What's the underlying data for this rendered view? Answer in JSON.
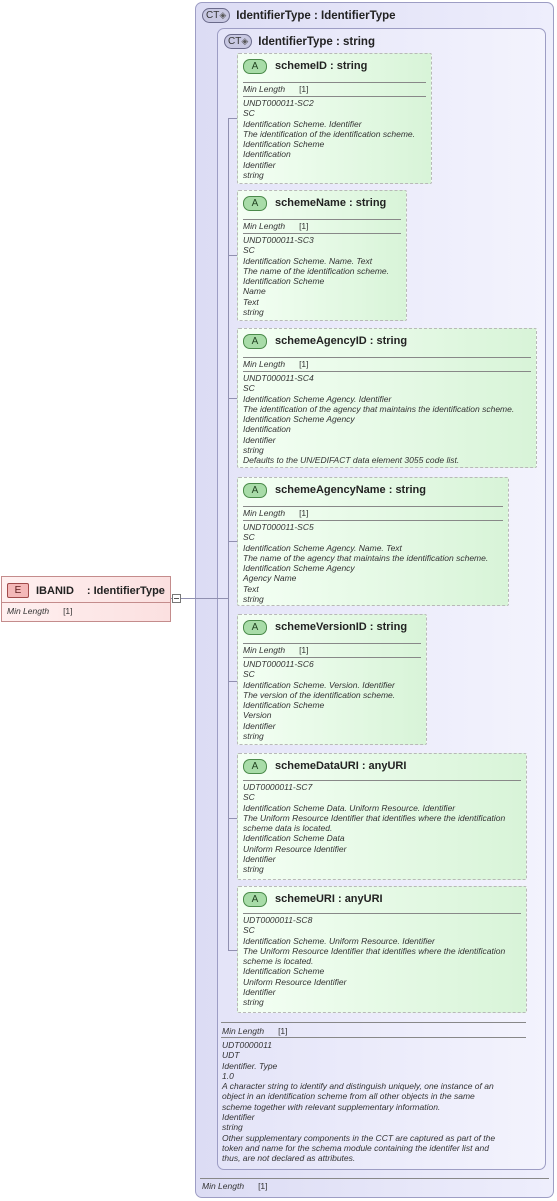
{
  "element": {
    "badge": "E",
    "name": "IBANID",
    "type": ": IdentifierType",
    "facet_label": "Min Length",
    "facet_value": "[1]"
  },
  "outer_type": {
    "badge": "CT",
    "title": "IdentifierType : IdentifierType",
    "facet_label": "Min Length",
    "facet_value": "[1]"
  },
  "inner_type": {
    "badge": "CT",
    "title": "IdentifierType : string",
    "facet_label": "Min Length",
    "facet_value": "[1]",
    "doc": "UDT0000011\nUDT\nIdentifier. Type\n1.0\nA character string to identify and distinguish uniquely, one instance of an\nobject in an identification scheme from all other objects in the same\nscheme together with relevant supplementary information.\nIdentifier\nstring\nOther supplementary components in the CCT are captured as part of the\ntoken and name for the schema module containing the identifer list and\nthus, are not declared as attributes."
  },
  "attributes": [
    {
      "badge": "A",
      "name": "schemeID : string",
      "facet_label": "Min Length",
      "facet_value": "[1]",
      "doc": "UNDT000011-SC2\nSC\nIdentification Scheme. Identifier\nThe identification of the identification scheme.\nIdentification Scheme\nIdentification\nIdentifier\nstring"
    },
    {
      "badge": "A",
      "name": "schemeName : string",
      "facet_label": "Min Length",
      "facet_value": "[1]",
      "doc": "UNDT000011-SC3\nSC\nIdentification Scheme. Name. Text\nThe name of the identification scheme.\nIdentification Scheme\nName\nText\nstring"
    },
    {
      "badge": "A",
      "name": "schemeAgencyID : string",
      "facet_label": "Min Length",
      "facet_value": "[1]",
      "doc": "UNDT000011-SC4\nSC\nIdentification Scheme Agency. Identifier\nThe identification of the agency that maintains the identification scheme.\nIdentification Scheme Agency\nIdentification\nIdentifier\nstring\nDefaults to the UN/EDIFACT data element 3055 code list."
    },
    {
      "badge": "A",
      "name": "schemeAgencyName : string",
      "facet_label": "Min Length",
      "facet_value": "[1]",
      "doc": "UNDT000011-SC5\nSC\nIdentification Scheme Agency. Name. Text\nThe name of the agency that maintains the identification scheme.\nIdentification Scheme Agency\nAgency Name\nText\nstring"
    },
    {
      "badge": "A",
      "name": "schemeVersionID : string",
      "facet_label": "Min Length",
      "facet_value": "[1]",
      "doc": "UNDT000011-SC6\nSC\nIdentification Scheme. Version. Identifier\nThe version of the identification scheme.\nIdentification Scheme\nVersion\nIdentifier\nstring"
    },
    {
      "badge": "A",
      "name": "schemeDataURI : anyURI",
      "facet_label": "",
      "facet_value": "",
      "doc": "UDT0000011-SC7\nSC\nIdentification Scheme Data. Uniform Resource. Identifier\nThe Uniform Resource Identifier that identifies where the identification\nscheme data is located.\nIdentification Scheme Data\nUniform Resource Identifier\nIdentifier\nstring"
    },
    {
      "badge": "A",
      "name": "schemeURI : anyURI",
      "facet_label": "",
      "facet_value": "",
      "doc": "UDT0000011-SC8\nSC\nIdentification Scheme. Uniform Resource. Identifier\nThe Uniform Resource Identifier that identifies where the identification\nscheme is located.\nIdentification Scheme\nUniform Resource Identifier\nIdentifier\nstring"
    }
  ]
}
